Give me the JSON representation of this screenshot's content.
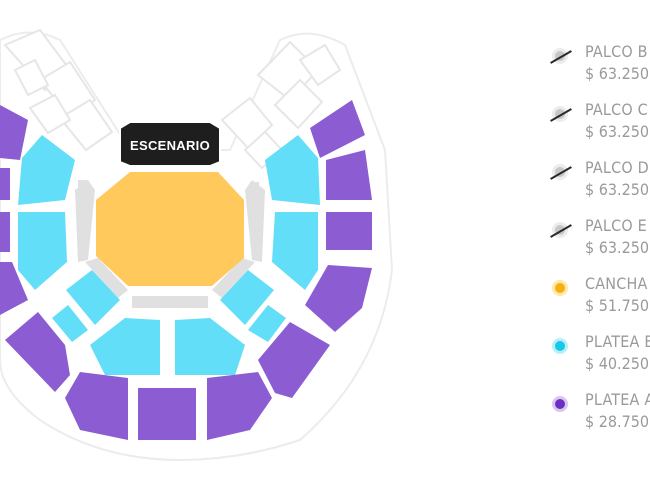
{
  "stage": {
    "label": "ESCENARIO"
  },
  "colors": {
    "cancha": "#ffc95c",
    "platea_baja": "#63def8",
    "platea_alta": "#8c5cd2",
    "unavailable": "#c7c7c7",
    "walkway": "#e0e0e0",
    "stage": "#1e1e1e",
    "legend_cancha_dot": "#f5b014",
    "legend_platea_baja_dot": "#17c8eb",
    "legend_platea_alta_dot": "#6b2fc2"
  },
  "legend": {
    "items": [
      {
        "name": "PALCO B",
        "price": "$ 63.250",
        "status": "unavailable",
        "icon": "unavailable-dot-icon"
      },
      {
        "name": "PALCO C",
        "price": "$ 63.250",
        "status": "unavailable",
        "icon": "unavailable-dot-icon"
      },
      {
        "name": "PALCO D",
        "price": "$ 63.250",
        "status": "unavailable",
        "icon": "unavailable-dot-icon"
      },
      {
        "name": "PALCO E",
        "price": "$ 63.250",
        "status": "unavailable",
        "icon": "unavailable-dot-icon"
      },
      {
        "name": "CANCHA",
        "price": "$ 51.750",
        "status": "available",
        "color": "#f5b014"
      },
      {
        "name": "PLATEA B",
        "price": "$ 40.250",
        "status": "available",
        "color": "#17c8eb"
      },
      {
        "name": "PLATEA A",
        "price": "$ 28.750",
        "status": "available",
        "color": "#6b2fc2"
      }
    ]
  }
}
